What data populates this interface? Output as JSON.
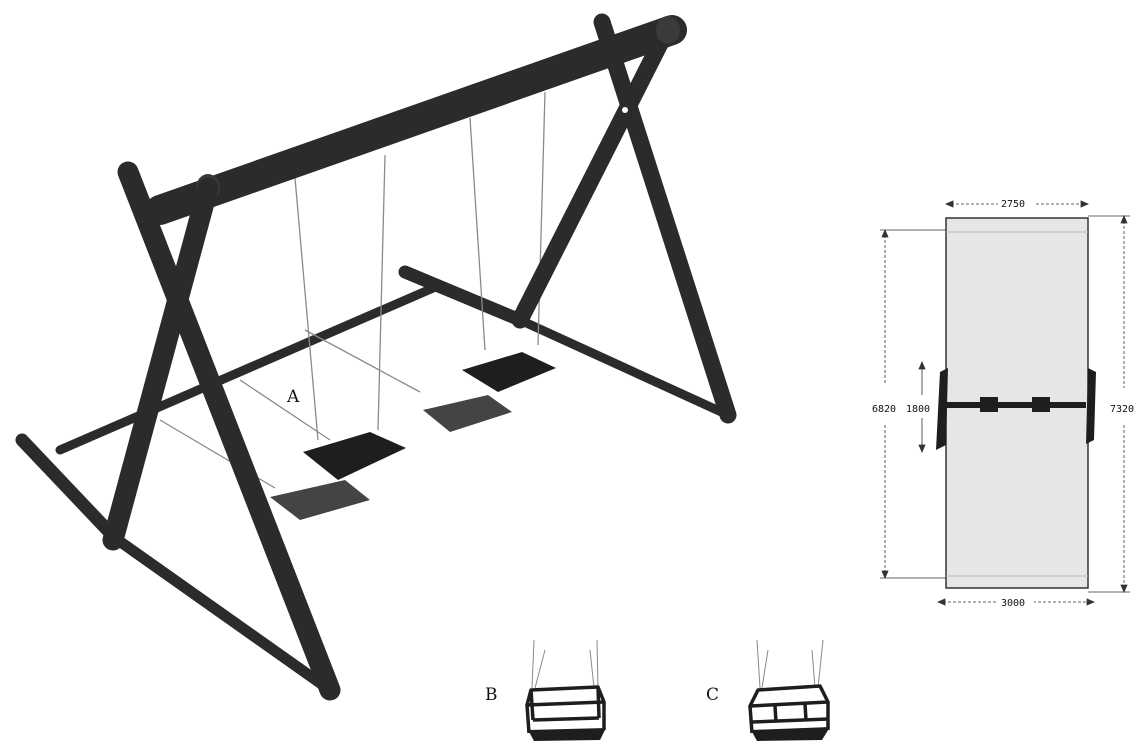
{
  "figure": {
    "labels": {
      "main_swing": "A",
      "seat_b": "B",
      "seat_c": "C"
    },
    "plan_dimensions": {
      "top_width": "2750",
      "bottom_width": "3000",
      "outer_length_left": "6820",
      "inner_length": "1800",
      "outer_length_right": "7320"
    },
    "colors": {
      "timber": "#2b2b2b",
      "seat": "#1e1e1e",
      "shadow": "#444444",
      "chain": "#8a8a8a",
      "safety_zone": "#e6e6e6"
    }
  }
}
